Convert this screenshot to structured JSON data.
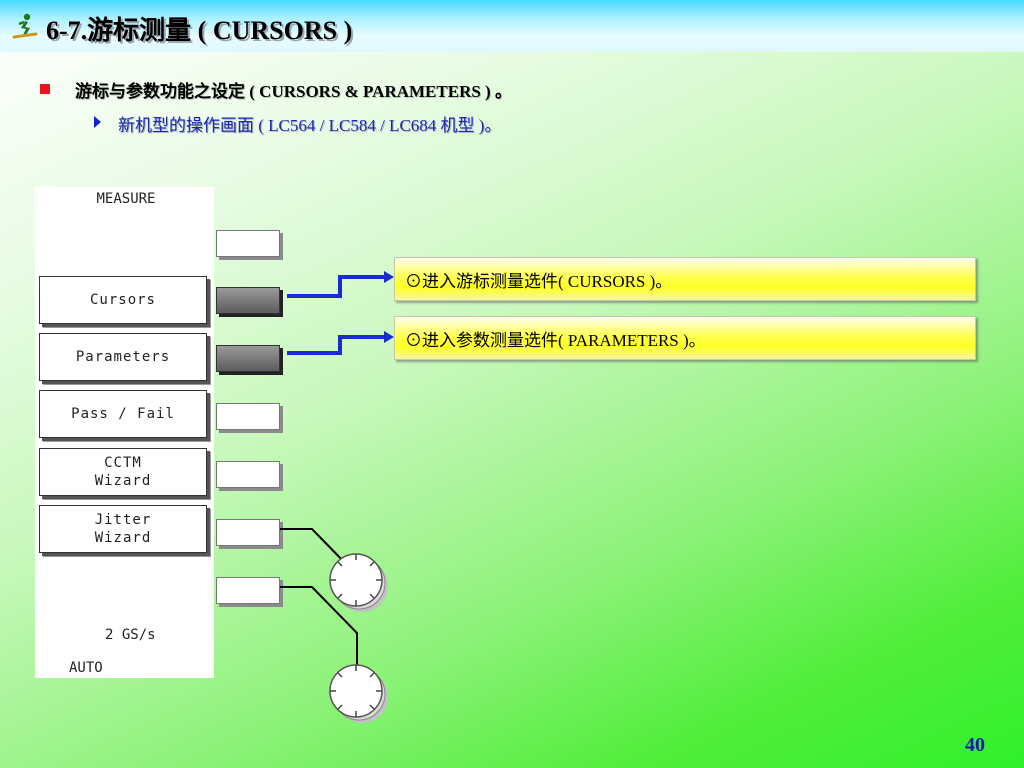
{
  "title": "6-7.游标测量 ( CURSORS )",
  "bullet": "游标与参数功能之设定 ( CURSORS & PARAMETERS ) 。",
  "sub_bullet": "新机型的操作画面 ( LC564 / LC584 / LC684 机型 )。",
  "scope": {
    "header": "MEASURE",
    "menu": [
      {
        "label": "Cursors"
      },
      {
        "label": "Parameters"
      },
      {
        "label": "Pass / Fail"
      },
      {
        "label": "CCTM\nWizard"
      },
      {
        "label": "Jitter\nWizard"
      }
    ],
    "sample_rate": "2 GS/s",
    "trigger_mode": "AUTO"
  },
  "callouts": [
    {
      "text": "⊙进入游标测量选件( CURSORS )。"
    },
    {
      "text": "⊙进入参数测量选件( PARAMETERS )。"
    }
  ],
  "page_number": "40",
  "colors": {
    "connector": "#1a2ccc",
    "bullet": "#e8161c",
    "page_number": "#1818b8",
    "sub_bullet": "#1e2aa8"
  }
}
